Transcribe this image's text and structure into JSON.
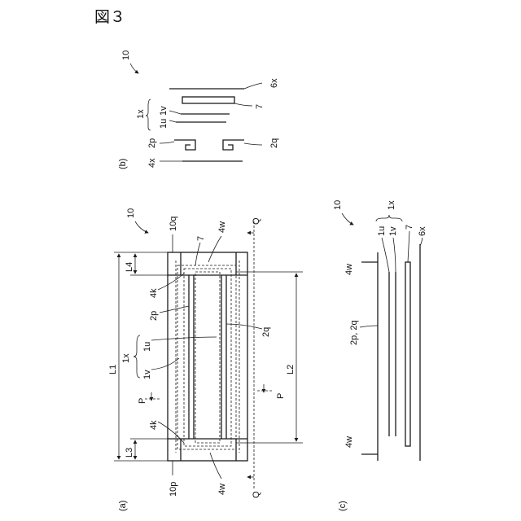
{
  "figure": {
    "title": "図３",
    "panel_a": {
      "caption": "(a)",
      "ref": "10",
      "labels": {
        "10q": "10q",
        "10p": "10p",
        "4w_top": "4w",
        "4w_bottom": "4w",
        "7": "7",
        "4k_upper": "4k",
        "4k_lower": "4k",
        "2p": "2p",
        "2q": "2q",
        "1u": "1u",
        "1v": "1v",
        "1x": "1x",
        "L1": "L1",
        "L2": "L2",
        "L3": "L3",
        "L4": "L4",
        "P_left": "P",
        "P_right": "P",
        "Q_top": "Q",
        "Q_bottom": "Q"
      }
    },
    "panel_b": {
      "caption": "(b)",
      "ref": "10",
      "labels": {
        "6x": "6x",
        "7": "7",
        "1x": "1x",
        "1v": "1v",
        "1u": "1u",
        "2p": "2p",
        "2q": "2q",
        "4x": "4x"
      }
    },
    "panel_c": {
      "caption": "(c)",
      "ref": "10",
      "labels": {
        "1x": "1x",
        "1u": "1u",
        "1v": "1v",
        "7": "7",
        "6x": "6x",
        "4w_top": "4w",
        "4w_bottom": "4w",
        "2p2q": "2p, 2q"
      }
    }
  }
}
